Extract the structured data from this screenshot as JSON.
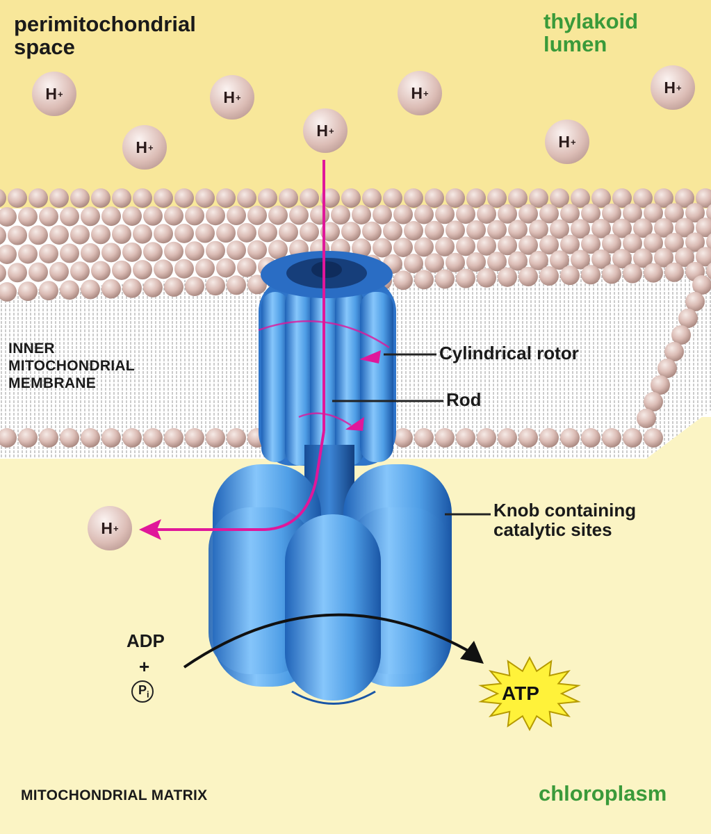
{
  "regions": {
    "top_left": "perimitochondrial\nspace",
    "top_right": "thylakoid\nlumen",
    "membrane": "Inner\nMitochondrial\nMembrane",
    "bottom_left": "Mitochondrial matrix",
    "bottom_right": "chloroplasm"
  },
  "callouts": {
    "rotor": "Cylindrical rotor",
    "rod": "Rod",
    "knob": "Knob containing\ncatalytic sites"
  },
  "reaction": {
    "adp": "ADP",
    "plus": "+",
    "pi": "P",
    "pi_sub": "i",
    "atp": "ATP"
  },
  "ion": {
    "symbol": "H",
    "charge": "+"
  },
  "colors": {
    "space": "#f8e79a",
    "matrix": "#fbf4c4",
    "lipid_head": "#d8b9b2",
    "protein": "#4f9ee6",
    "proton_path": "#e0179a",
    "atp_star": "#fff23a",
    "green_label": "#3a9a3a"
  }
}
